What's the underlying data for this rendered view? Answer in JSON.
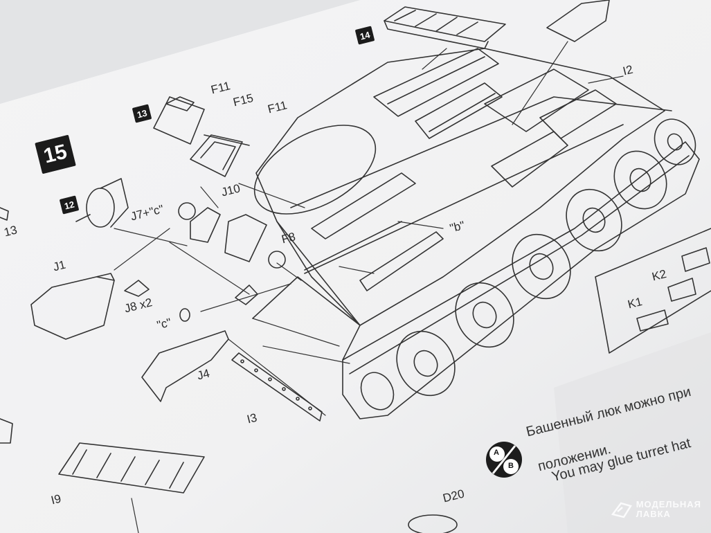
{
  "steps": {
    "main": "15",
    "sub_14": "14",
    "sub_13": "13",
    "sub_12": "12"
  },
  "labels": {
    "f11_a": "F11",
    "f15": "F15",
    "f11_b": "F11",
    "j10": "J10",
    "j7c": "J7+\"c\"",
    "f8": "F8",
    "b": "\"b\"",
    "i2": "I2",
    "i3": "I3",
    "j1": "J1",
    "j8": "J8 x2",
    "c": "\"c\"",
    "j4": "J4",
    "i9": "I9",
    "d20": "D20",
    "k1": "K1",
    "k2": "K2",
    "n13": "13",
    "option_a": "A",
    "option_b": "B"
  },
  "notes": {
    "ru_line1": "Башенный люк можно при",
    "ru_line2": "положении.",
    "en_line1": "You may glue turret hat"
  },
  "watermark": {
    "line1": "МОДЕЛЬНАЯ",
    "line2": "ЛАВКА"
  },
  "colors": {
    "paper": "#f3f3f4",
    "ink": "#2a2a2a",
    "step_box": "#1b1b1b",
    "shadow": "#e9eaec"
  },
  "icons": {
    "option_swap": "ab-swap-icon",
    "logo": "logo-icon"
  }
}
